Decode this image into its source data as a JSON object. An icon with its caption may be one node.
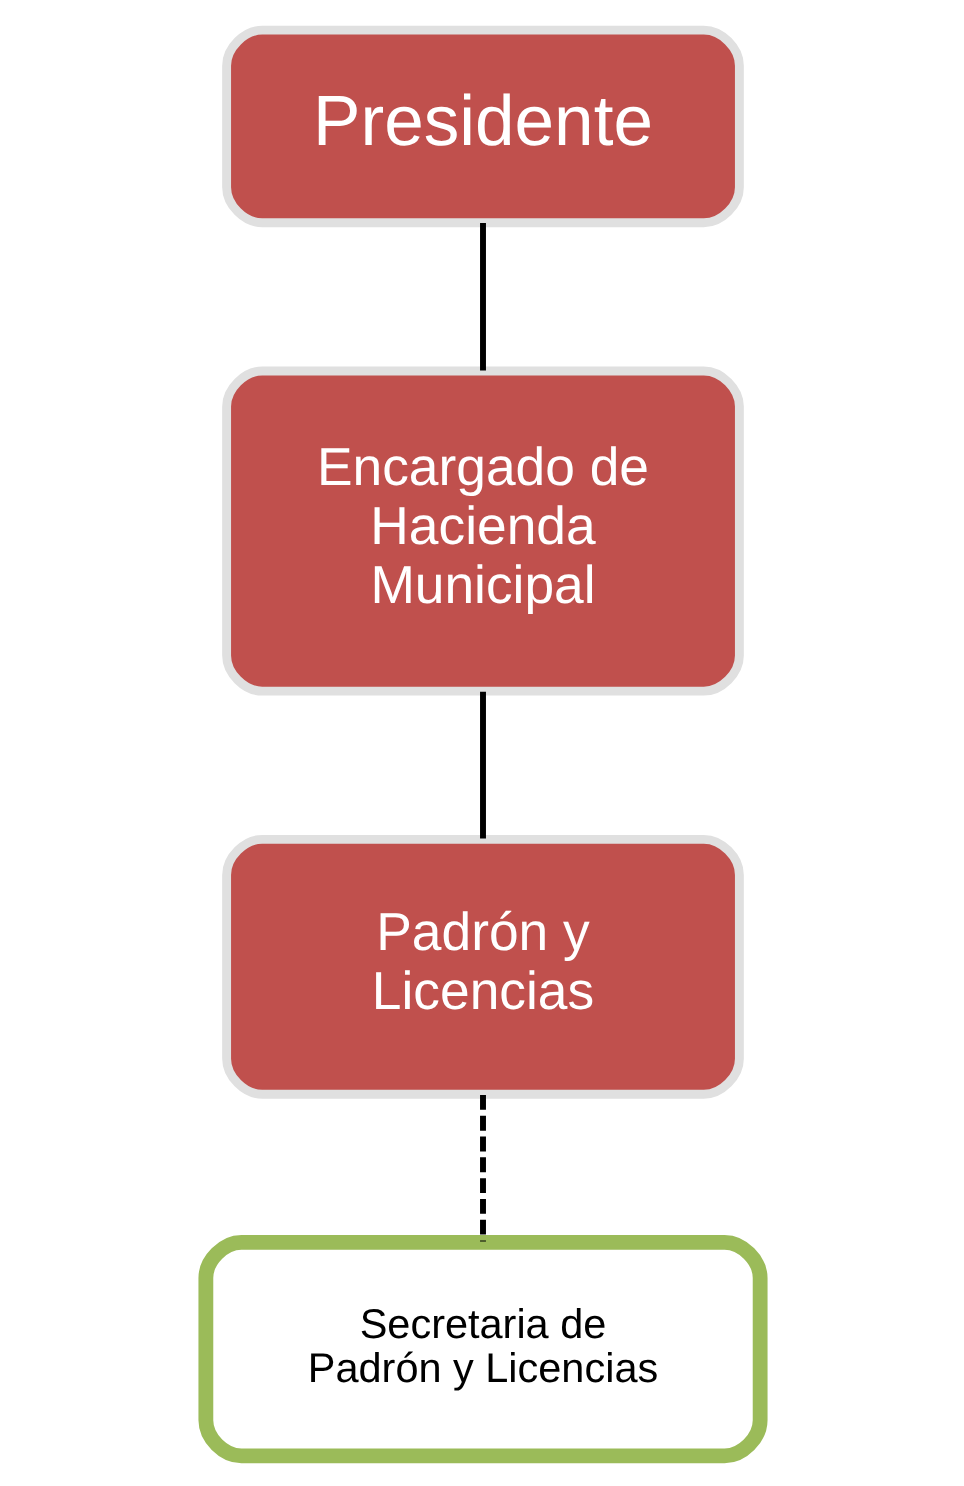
{
  "diagram": {
    "nodes": [
      {
        "text": [
          "Presidente"
        ]
      },
      {
        "text": [
          "Encargado de Hacienda Municipal"
        ]
      },
      {
        "text": [
          "Padrón y Licencias"
        ]
      },
      {
        "text": [
          "Secretaria de Padrón y Licencias"
        ]
      }
    ],
    "edges": [
      {
        "from": 0,
        "to": 1,
        "arrow": "none"
      },
      {
        "from": 1,
        "to": 2,
        "arrow": "none"
      },
      {
        "from": 2,
        "to": 3,
        "arrow": "none",
        "style": "dashed"
      }
    ]
  }
}
